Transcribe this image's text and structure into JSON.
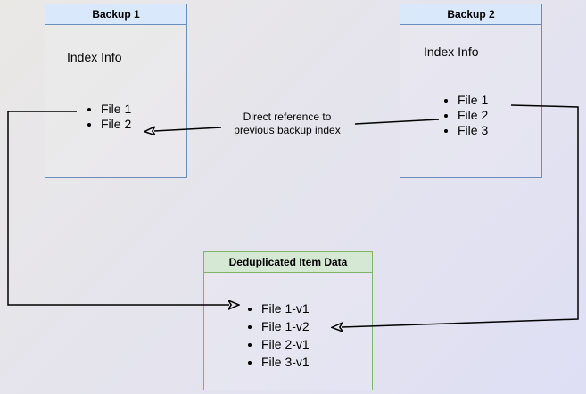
{
  "diagram": {
    "backup1": {
      "title": "Backup 1",
      "heading": "Index Info",
      "items": [
        "File 1",
        "File 2"
      ]
    },
    "backup2": {
      "title": "Backup 2",
      "heading": "Index Info",
      "items": [
        "File 1",
        "File 2",
        "File 3"
      ]
    },
    "dedup": {
      "title": "Deduplicated Item Data",
      "items": [
        "File 1-v1",
        "File 1-v2",
        "File 2-v1",
        "File 3-v1"
      ]
    },
    "annotation": {
      "line1": "Direct reference to",
      "line2": "previous backup index"
    }
  },
  "colors": {
    "blue_fill": "#dae8fc",
    "blue_border": "#6c8ebf",
    "green_fill": "#d5e8d4",
    "green_border": "#82b366",
    "arrow": "#000000",
    "background_top_left": "#eae8e5",
    "background_bottom_right": "#dedff5"
  }
}
